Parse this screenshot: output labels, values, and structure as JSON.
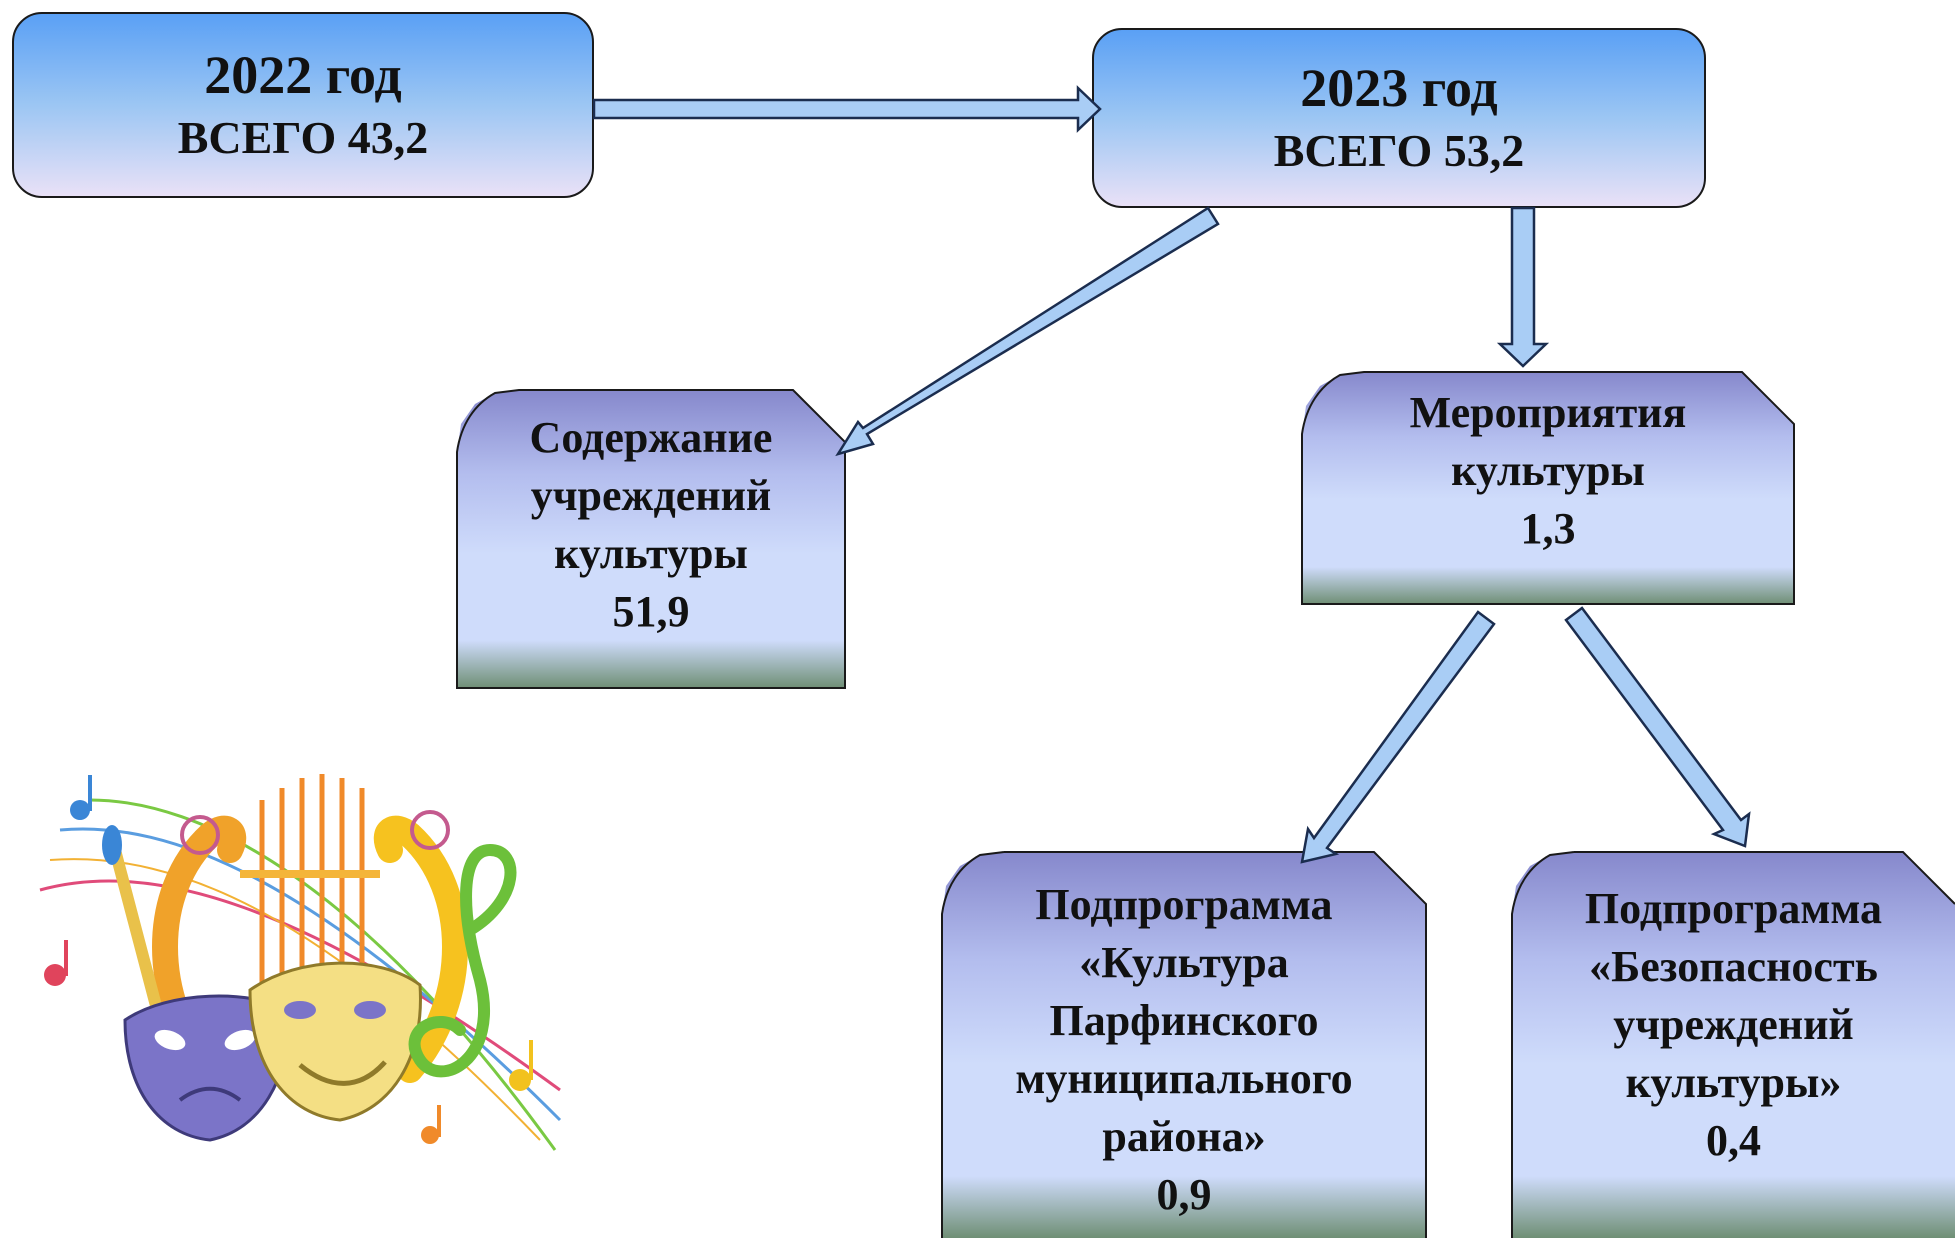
{
  "diagram": {
    "year_2022": {
      "year": "2022 год",
      "total": "ВСЕГО 43,2"
    },
    "year_2023": {
      "year": "2023 год",
      "total": "ВСЕГО 53,2"
    },
    "maintenance": {
      "lines": [
        "Содержание",
        "учреждений",
        "культуры"
      ],
      "value": "51,9"
    },
    "events": {
      "lines": [
        "Мероприятия",
        "культуры"
      ],
      "value": "1,3"
    },
    "sub_culture": {
      "lines": [
        "Подпрограмма",
        "«Культура",
        "Парфинского",
        "муниципального",
        "района»"
      ],
      "value": "0,9"
    },
    "sub_safety": {
      "lines": [
        "Подпрограмма",
        "«Безопасность",
        "учреждений",
        "культуры»"
      ],
      "value": "0,4"
    }
  },
  "colors": {
    "top_box_top": "#5aa0f5",
    "top_box_bottom": "#e9e1f7",
    "child_box_top": "#8688cc",
    "child_box_mid": "#cfdcfb",
    "child_box_bottom": "#6f8f75",
    "arrow_fill": "#a9cdf5",
    "arrow_stroke": "#1b2d4f"
  },
  "illustration": {
    "icon_name": "lyre-theatre-masks-icon"
  }
}
